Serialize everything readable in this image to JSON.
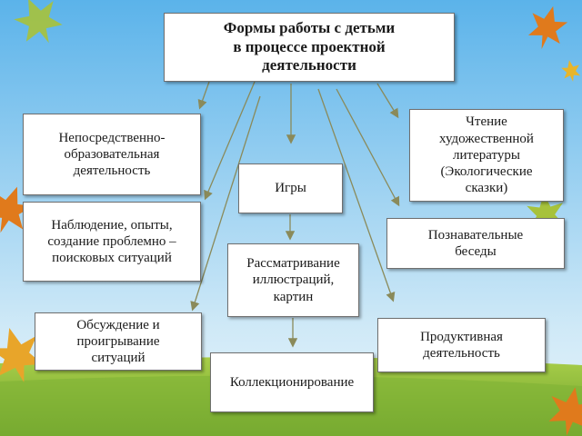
{
  "diagram": {
    "title": "Формы работы с детьми\nв процессе проектной\nдеятельности",
    "nodes": [
      {
        "id": "direct",
        "label": "   Непосредственно-\nобразовательная\nдеятельность"
      },
      {
        "id": "observation",
        "label": "Наблюдение, опыты,\nсоздание проблемно –\nпоисковых ситуаций"
      },
      {
        "id": "discussion",
        "label": "Обсуждение и\nпроигрывание\nситуаций"
      },
      {
        "id": "games",
        "label": "Игры"
      },
      {
        "id": "illustrations",
        "label": "Рассматривание\nиллюстраций,\nкартин"
      },
      {
        "id": "collecting",
        "label": "Коллекционирование"
      },
      {
        "id": "reading",
        "label": "Чтение\nхудожественной\nлитературы\n(Экологические\nсказки)"
      },
      {
        "id": "talks",
        "label": "Познавательные\nбеседы"
      },
      {
        "id": "productive",
        "label": "Продуктивная\nдеятельность"
      }
    ]
  },
  "colors": {
    "sky_top": "#5bb3ea",
    "sky_bottom": "#d9eef8",
    "grass": "#8fbf3a",
    "arrow": "#8a8a5a",
    "leaf_orange": "#e07a1c",
    "leaf_yellow": "#e8b52a",
    "leaf_green": "#a7c23b"
  }
}
